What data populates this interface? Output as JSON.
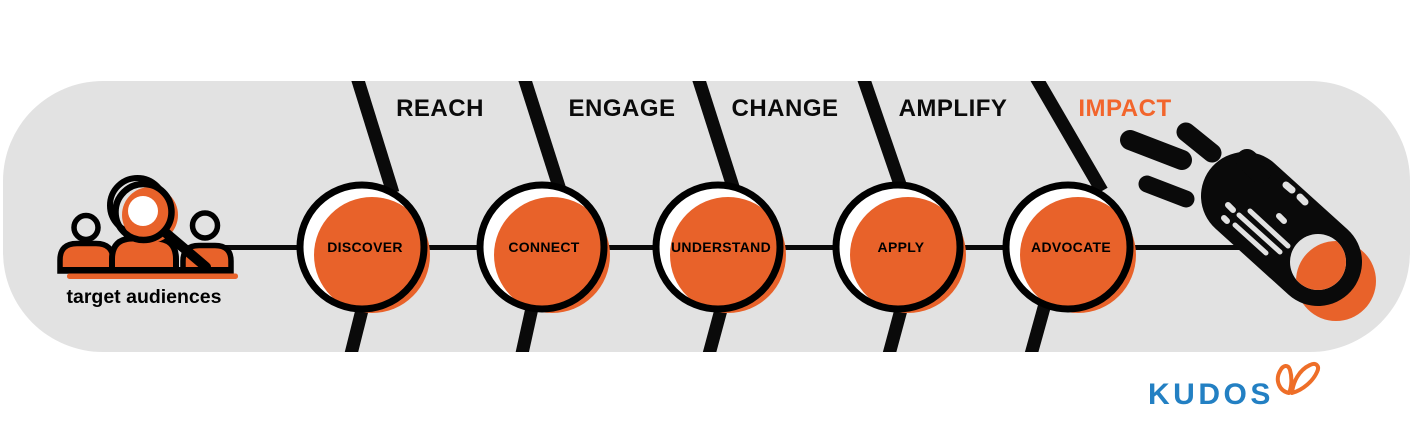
{
  "diagram": {
    "title_semantic": "audience journey funnel",
    "audience_label": "target audiences",
    "stages": [
      {
        "phase": "REACH",
        "step": "DISCOVER"
      },
      {
        "phase": "ENGAGE",
        "step": "CONNECT"
      },
      {
        "phase": "CHANGE",
        "step": "UNDERSTAND"
      },
      {
        "phase": "AMPLIFY",
        "step": "APPLY"
      },
      {
        "phase": "IMPACT",
        "step": "ADVOCATE"
      }
    ],
    "icons": {
      "audience": "people-with-magnifier-icon",
      "impact": "comet-icon"
    }
  },
  "branding": {
    "logo_text": "KUDOS",
    "logo_mark": "butterfly-icon"
  },
  "colors": {
    "accent_orange": "#E8622A",
    "impact_label": "#F2652C",
    "track_gray": "#E2E2E2",
    "line_black": "#0A0A0A",
    "logo_blue": "#2380C3",
    "butterfly_orange": "#EE6E28"
  }
}
